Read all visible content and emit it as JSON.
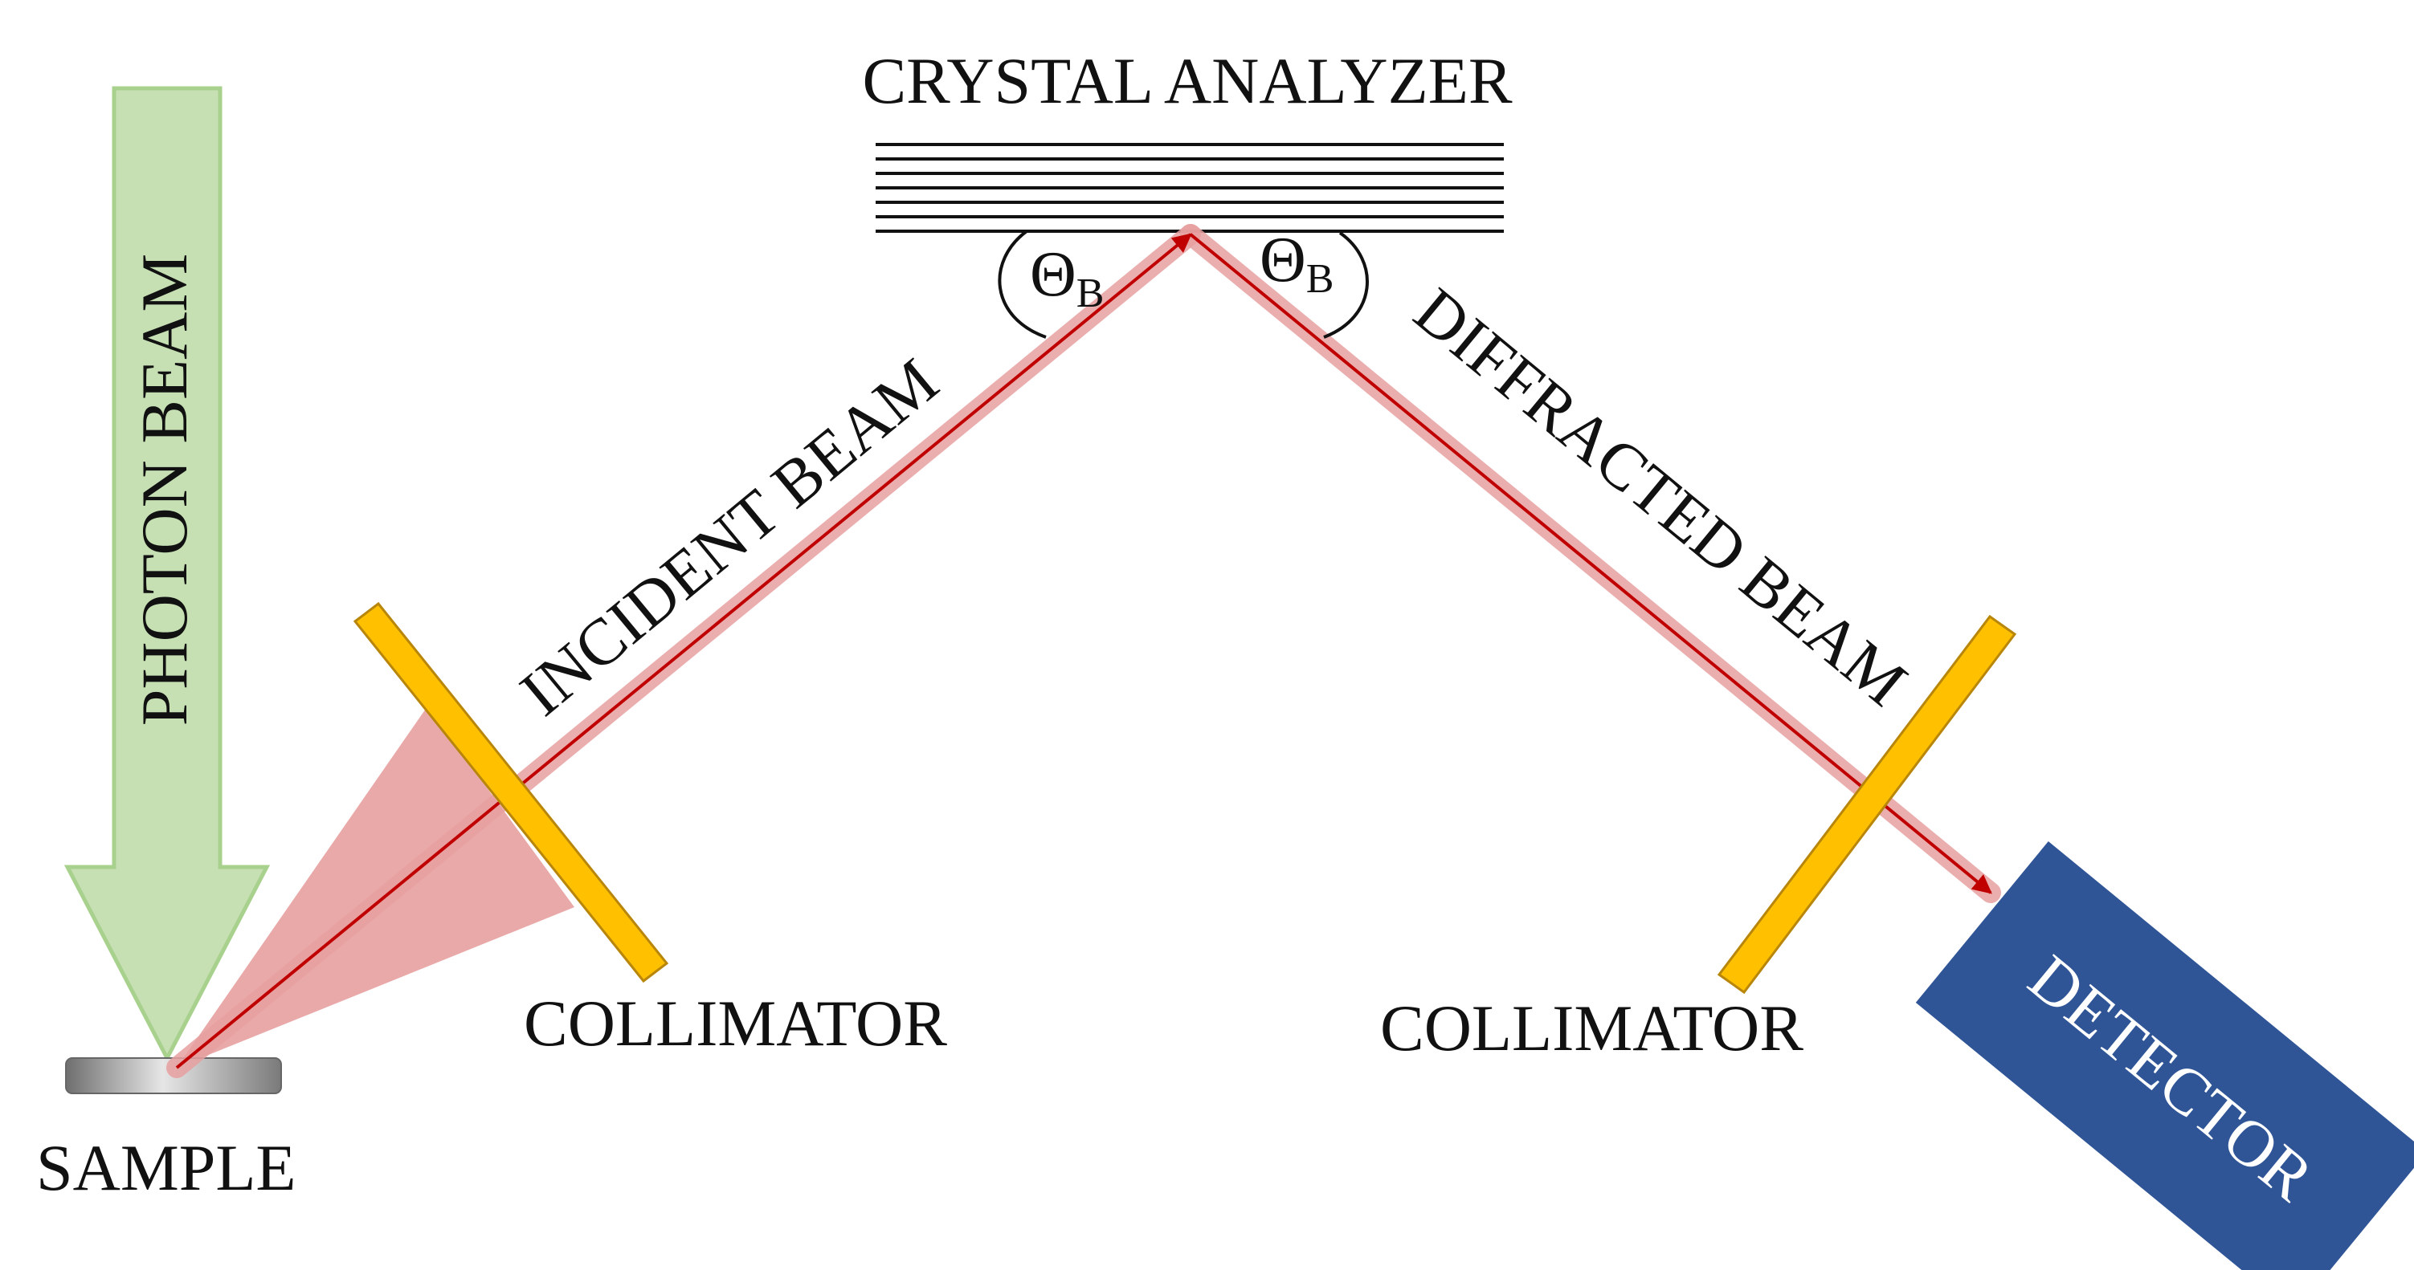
{
  "labels": {
    "photon_beam": "PHOTON BEAM",
    "crystal_analyzer": "CRYSTAL ANALYZER",
    "incident_beam": "INCIDENT BEAM",
    "diffracted_beam": "DIFFRACTED BEAM",
    "collimator_left": "COLLIMATOR",
    "collimator_right": "COLLIMATOR",
    "sample": "SAMPLE",
    "detector": "DETECTOR",
    "bragg_angle_left": {
      "symbol": "Θ",
      "subscript": "B"
    },
    "bragg_angle_right": {
      "symbol": "Θ",
      "subscript": "B"
    }
  },
  "colors": {
    "photon_beam_fill": "#c6e0b4",
    "photon_beam_stroke": "#a9d18e",
    "beam_line": "#c00000",
    "beam_glow": "#e8a0a0",
    "collimator_fill": "#ffc000",
    "collimator_stroke": "#b8860b",
    "detector_fill": "#2f5597",
    "crystal_lines": "#111111",
    "sample_dark": "#707070",
    "sample_light": "#e0e0e0"
  }
}
